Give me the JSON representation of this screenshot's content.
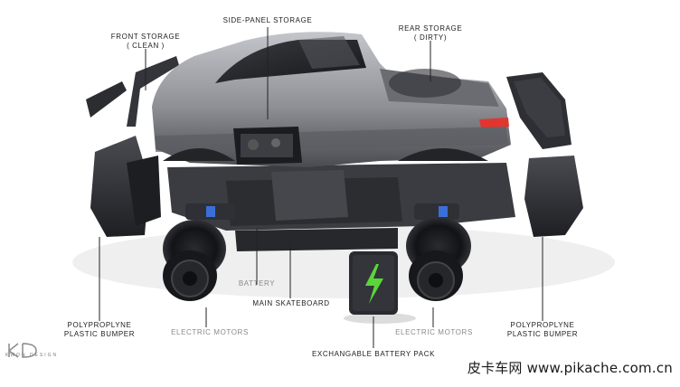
{
  "labels": {
    "front_storage_line1": "FRONT STORAGE",
    "front_storage_line2": "( CLEAN )",
    "side_panel_storage": "SIDE-PANEL STORAGE",
    "rear_storage_line1": "REAR STORAGE",
    "rear_storage_line2": "( DIRTY)",
    "battery": "BATTERY",
    "main_skateboard": "MAIN SKATEBOARD",
    "exchangable_battery_pack": "EXCHANGABLE BATTERY PACK",
    "electric_motors_left": "ELECTRIC MOTORS",
    "electric_motors_right": "ELECTRIC MOTORS",
    "bumper_left_line1": "POLYPROPLYNE",
    "bumper_left_line2": "PLASTIC BUMPER",
    "bumper_right_line1": "POLYPROPLYNE",
    "bumper_right_line2": "PLASTIC BUMPER"
  },
  "brand": "KWON DESIGN",
  "watermark": "皮卡车网  www.pikache.com.cn",
  "colors": {
    "body_light": "#9ea0a6",
    "body_dark": "#3a3b40",
    "bumper": "#2c2d31",
    "battery_symbol": "#5ad63a",
    "tail_light": "#e0362f",
    "motor_blue": "#3b6fd8"
  }
}
